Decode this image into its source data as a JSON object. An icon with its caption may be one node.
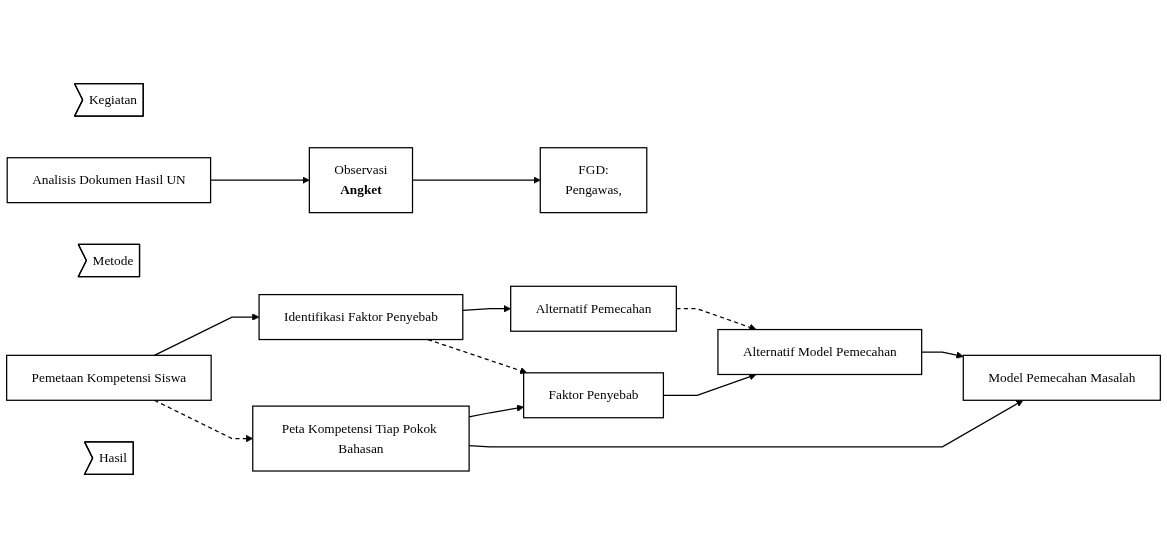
{
  "diagram": {
    "nodes": [
      {
        "text": [
          "Kegiatan"
        ]
      },
      {
        "text": [
          "Pemetaan Kompetensi Siswa"
        ]
      },
      {
        "text": [
          "Identifikasi Faktor Penyebab"
        ]
      },
      {
        "text": [
          "Alternatif Pemecahan"
        ]
      },
      {
        "text": [
          "Metode"
        ]
      },
      {
        "text": [
          "Analisis Dokumen Hasil UN"
        ]
      },
      {
        "text": [
          "Observasi",
          "Angket"
        ]
      },
      {
        "text": [
          "FGD:",
          "Pengawas,"
        ]
      },
      {
        "text": [
          "Hasil"
        ]
      },
      {
        "text": [
          "Peta Kompetensi Tiap Pokok Bahasan"
        ]
      },
      {
        "text": [
          "Faktor Penyebab"
        ]
      },
      {
        "text": [
          "Alternatif Model Pemecahan"
        ]
      },
      {
        "text": [
          "Model Pemecahan Masalah"
        ]
      }
    ],
    "edges": [
      {
        "from": 1,
        "to": 2,
        "arrow": "to"
      },
      {
        "from": 2,
        "to": 3,
        "arrow": "to"
      },
      {
        "from": 5,
        "to": 6,
        "arrow": "to"
      },
      {
        "from": 6,
        "to": 7,
        "arrow": "to"
      },
      {
        "from": 9,
        "to": 10,
        "arrow": "to"
      },
      {
        "from": 10,
        "to": 11,
        "arrow": "to"
      },
      {
        "from": 1,
        "to": 9,
        "arrow": "to",
        "style": "dashed"
      },
      {
        "from": 2,
        "to": 10,
        "arrow": "to",
        "style": "dashed"
      },
      {
        "from": 3,
        "to": 11,
        "arrow": "to",
        "style": "dashed"
      },
      {
        "from": 9,
        "to": 12,
        "arrow": "to"
      },
      {
        "from": 11,
        "to": 12,
        "arrow": "to"
      }
    ]
  }
}
